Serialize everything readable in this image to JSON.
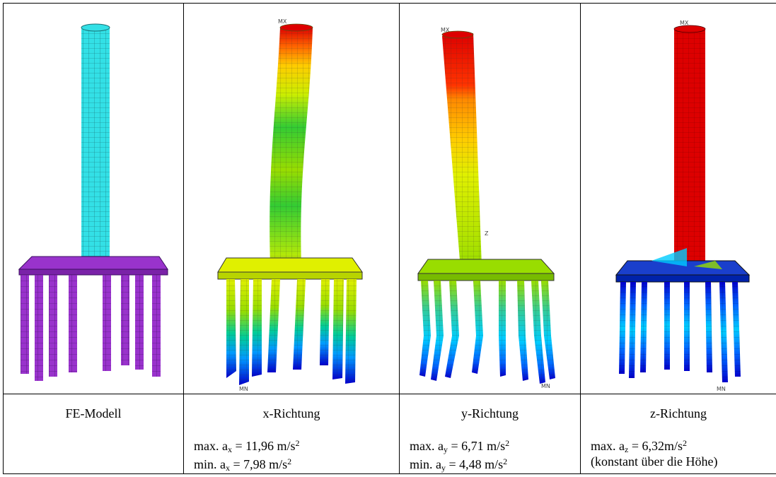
{
  "panels": [
    {
      "title": "FE-Modell",
      "lines": []
    },
    {
      "title": "x-Richtung",
      "lines": [
        {
          "pre": "max. a",
          "sub": "x",
          "post": " = 11,96 m/s",
          "sup": "2"
        },
        {
          "pre": "min. a",
          "sub": "x",
          "post": " = 7,98 m/s",
          "sup": "2"
        }
      ]
    },
    {
      "title": "y-Richtung",
      "lines": [
        {
          "pre": "max. a",
          "sub": "y",
          "post": " = 6,71 m/s",
          "sup": "2"
        },
        {
          "pre": "min. a",
          "sub": "y",
          "post": " = 4,48 m/s",
          "sup": "2"
        }
      ]
    },
    {
      "title": "z-Richtung",
      "lines": [
        {
          "pre": "max. a",
          "sub": "z",
          "post": " = 6,32m/s",
          "sup": "2"
        },
        {
          "pre": "(konstant über die Höhe)",
          "sub": "",
          "post": "",
          "sup": ""
        }
      ]
    }
  ],
  "tags": {
    "mx": "MX",
    "mn": "MN",
    "z": "Z"
  },
  "colors": {
    "model_column": "#33e0e6",
    "model_piles": "#9933cc",
    "scale": [
      "#0000cc",
      "#0066ff",
      "#00ccff",
      "#00dd88",
      "#33cc33",
      "#99dd00",
      "#e0f000",
      "#ffcc00",
      "#ff8800",
      "#ff3300",
      "#dd0000"
    ]
  }
}
